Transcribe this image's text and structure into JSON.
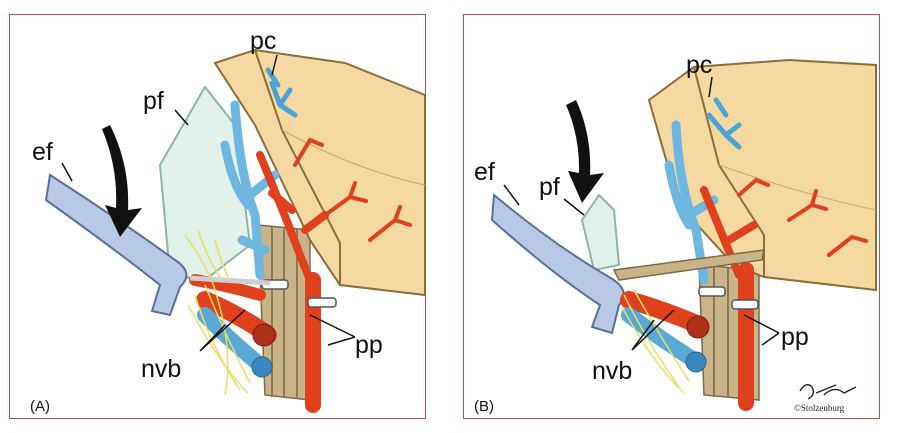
{
  "panels": [
    {
      "tag": "(A)",
      "labels": {
        "pc": "pc",
        "pf": "pf",
        "ef": "ef",
        "nvb": "nvb",
        "pp": "pp"
      }
    },
    {
      "tag": "(B)",
      "labels": {
        "pc": "pc",
        "pf": "pf",
        "ef": "ef",
        "nvb": "nvb",
        "pp": "pp"
      }
    }
  ],
  "credit": "©Stolzenburg",
  "colors": {
    "border": "#c0504d",
    "artery": "#e0401c",
    "vein": "#6db7e0",
    "prostate": "#f5d9a0",
    "fascia": "#b8c9e6",
    "nerve": "#e8e060",
    "muscle": "#c9b48a"
  }
}
